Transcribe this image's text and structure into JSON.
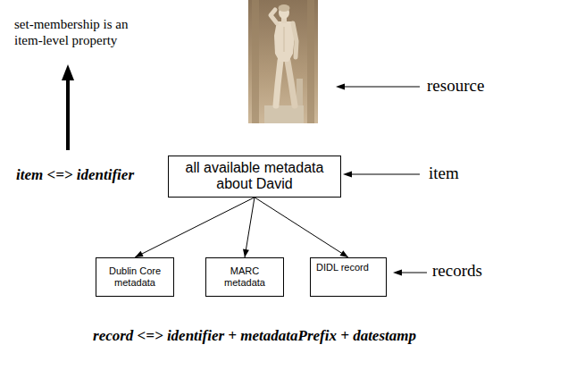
{
  "diagram": {
    "nodes": [
      {
        "text": [
          "all available metadata about David"
        ]
      },
      {
        "text": [
          "Dublin Core metadata"
        ]
      },
      {
        "text": [
          "MARC metadata"
        ]
      },
      {
        "text": [
          "DIDL record"
        ]
      }
    ],
    "edges": [
      {
        "from": 0,
        "to": 1,
        "arrow": "to"
      },
      {
        "from": 0,
        "to": 2,
        "arrow": "to"
      },
      {
        "from": 0,
        "to": 3,
        "arrow": "to"
      }
    ],
    "labels": [
      "set-membership is an item-level property",
      "resource",
      "item <=> identifier",
      "item",
      "records",
      "record <=> identifier + metadataPrefix + datestamp"
    ]
  }
}
